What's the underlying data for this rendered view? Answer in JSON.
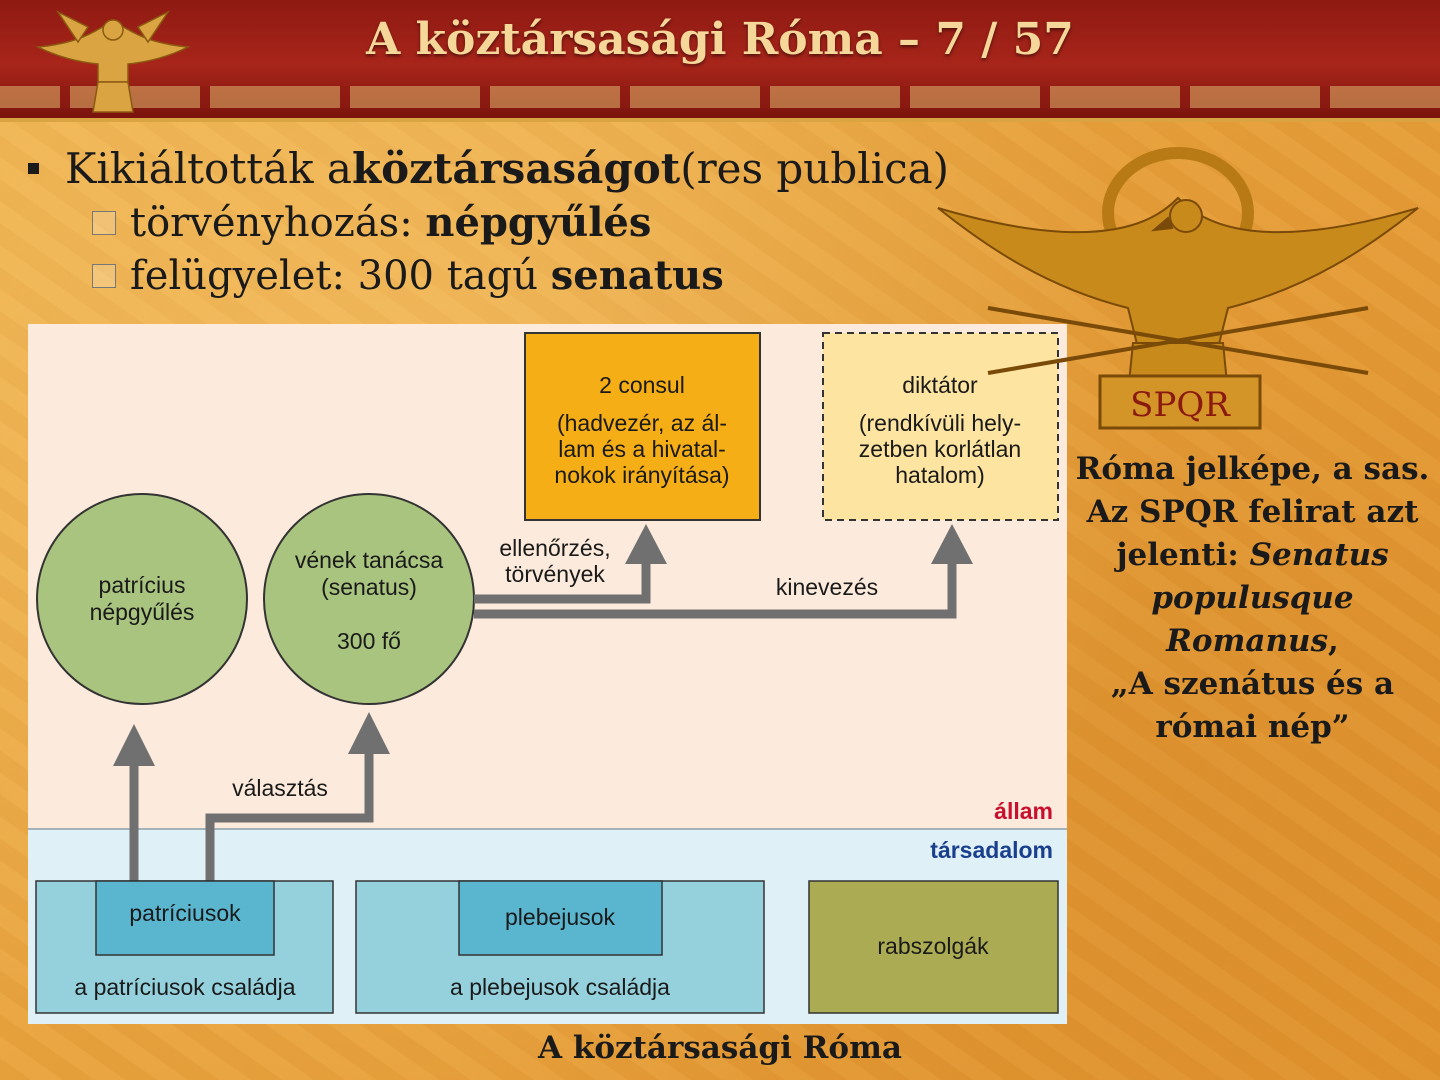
{
  "header": {
    "title": "A köztársasági Róma – 7 / 57"
  },
  "bullets": {
    "line1": {
      "pre": "Kikiáltották a ",
      "bold": "köztársaságot",
      "post": " (res publica)"
    },
    "sub1": {
      "pre": "törvényhozás: ",
      "bold": "népgyűlés"
    },
    "sub2": {
      "pre": "felügyelet: 300 tagú ",
      "bold": "senatus"
    }
  },
  "diagram": {
    "consul": {
      "title": "2 consul",
      "lines": [
        "(hadvezér, az ál-",
        "lam és a hivatal-",
        "nokok irányítása)"
      ]
    },
    "diktator": {
      "title": "diktátor",
      "lines": [
        "(rendkívüli hely-",
        "zetben korlátlan",
        "hatalom)"
      ]
    },
    "patricius_circle": {
      "line1": "patrícius",
      "line2": "népgyűlés"
    },
    "senatus_circle": {
      "line1": "vének tanácsa",
      "line2": "(senatus)",
      "line3": "300 fő"
    },
    "label_ellenorzes1": "ellenőrzés,",
    "label_ellenorzes2": "törvények",
    "label_kinevezes": "kinevezés",
    "label_valasztas": "választás",
    "label_allam": "állam",
    "label_tarsadalom": "társadalom",
    "patriciusok": "patríciusok",
    "patriciusok_family": "a patríciusok családja",
    "plebejusok": "plebejusok",
    "plebejusok_family": "a plebejusok családja",
    "rabszolgak": "rabszolgák",
    "colors": {
      "state_bg": "#fcebdc",
      "society_bg": "#dff1f6",
      "circle": "#a9c47f",
      "consul": "#f6ae16",
      "diktator": "#fde4a0",
      "family": "#95d1dd",
      "group": "#5ab5cf",
      "slaves": "#aaab52",
      "arrow": "#707070",
      "allam": "#c8102e",
      "tarsadalom": "#1a3f8f"
    }
  },
  "caption": "A köztársasági Róma",
  "side": {
    "spqr": "SPQR",
    "l1": "Róma jelképe, a sas.",
    "l2": "Az SPQR felirat azt",
    "l3a": "jelenti: ",
    "l3b": "Senatus",
    "l4": "populusque",
    "l5": "Romanus",
    "l5c": ",",
    "l6": "„A szenátus és a",
    "l7": "római nép”"
  }
}
